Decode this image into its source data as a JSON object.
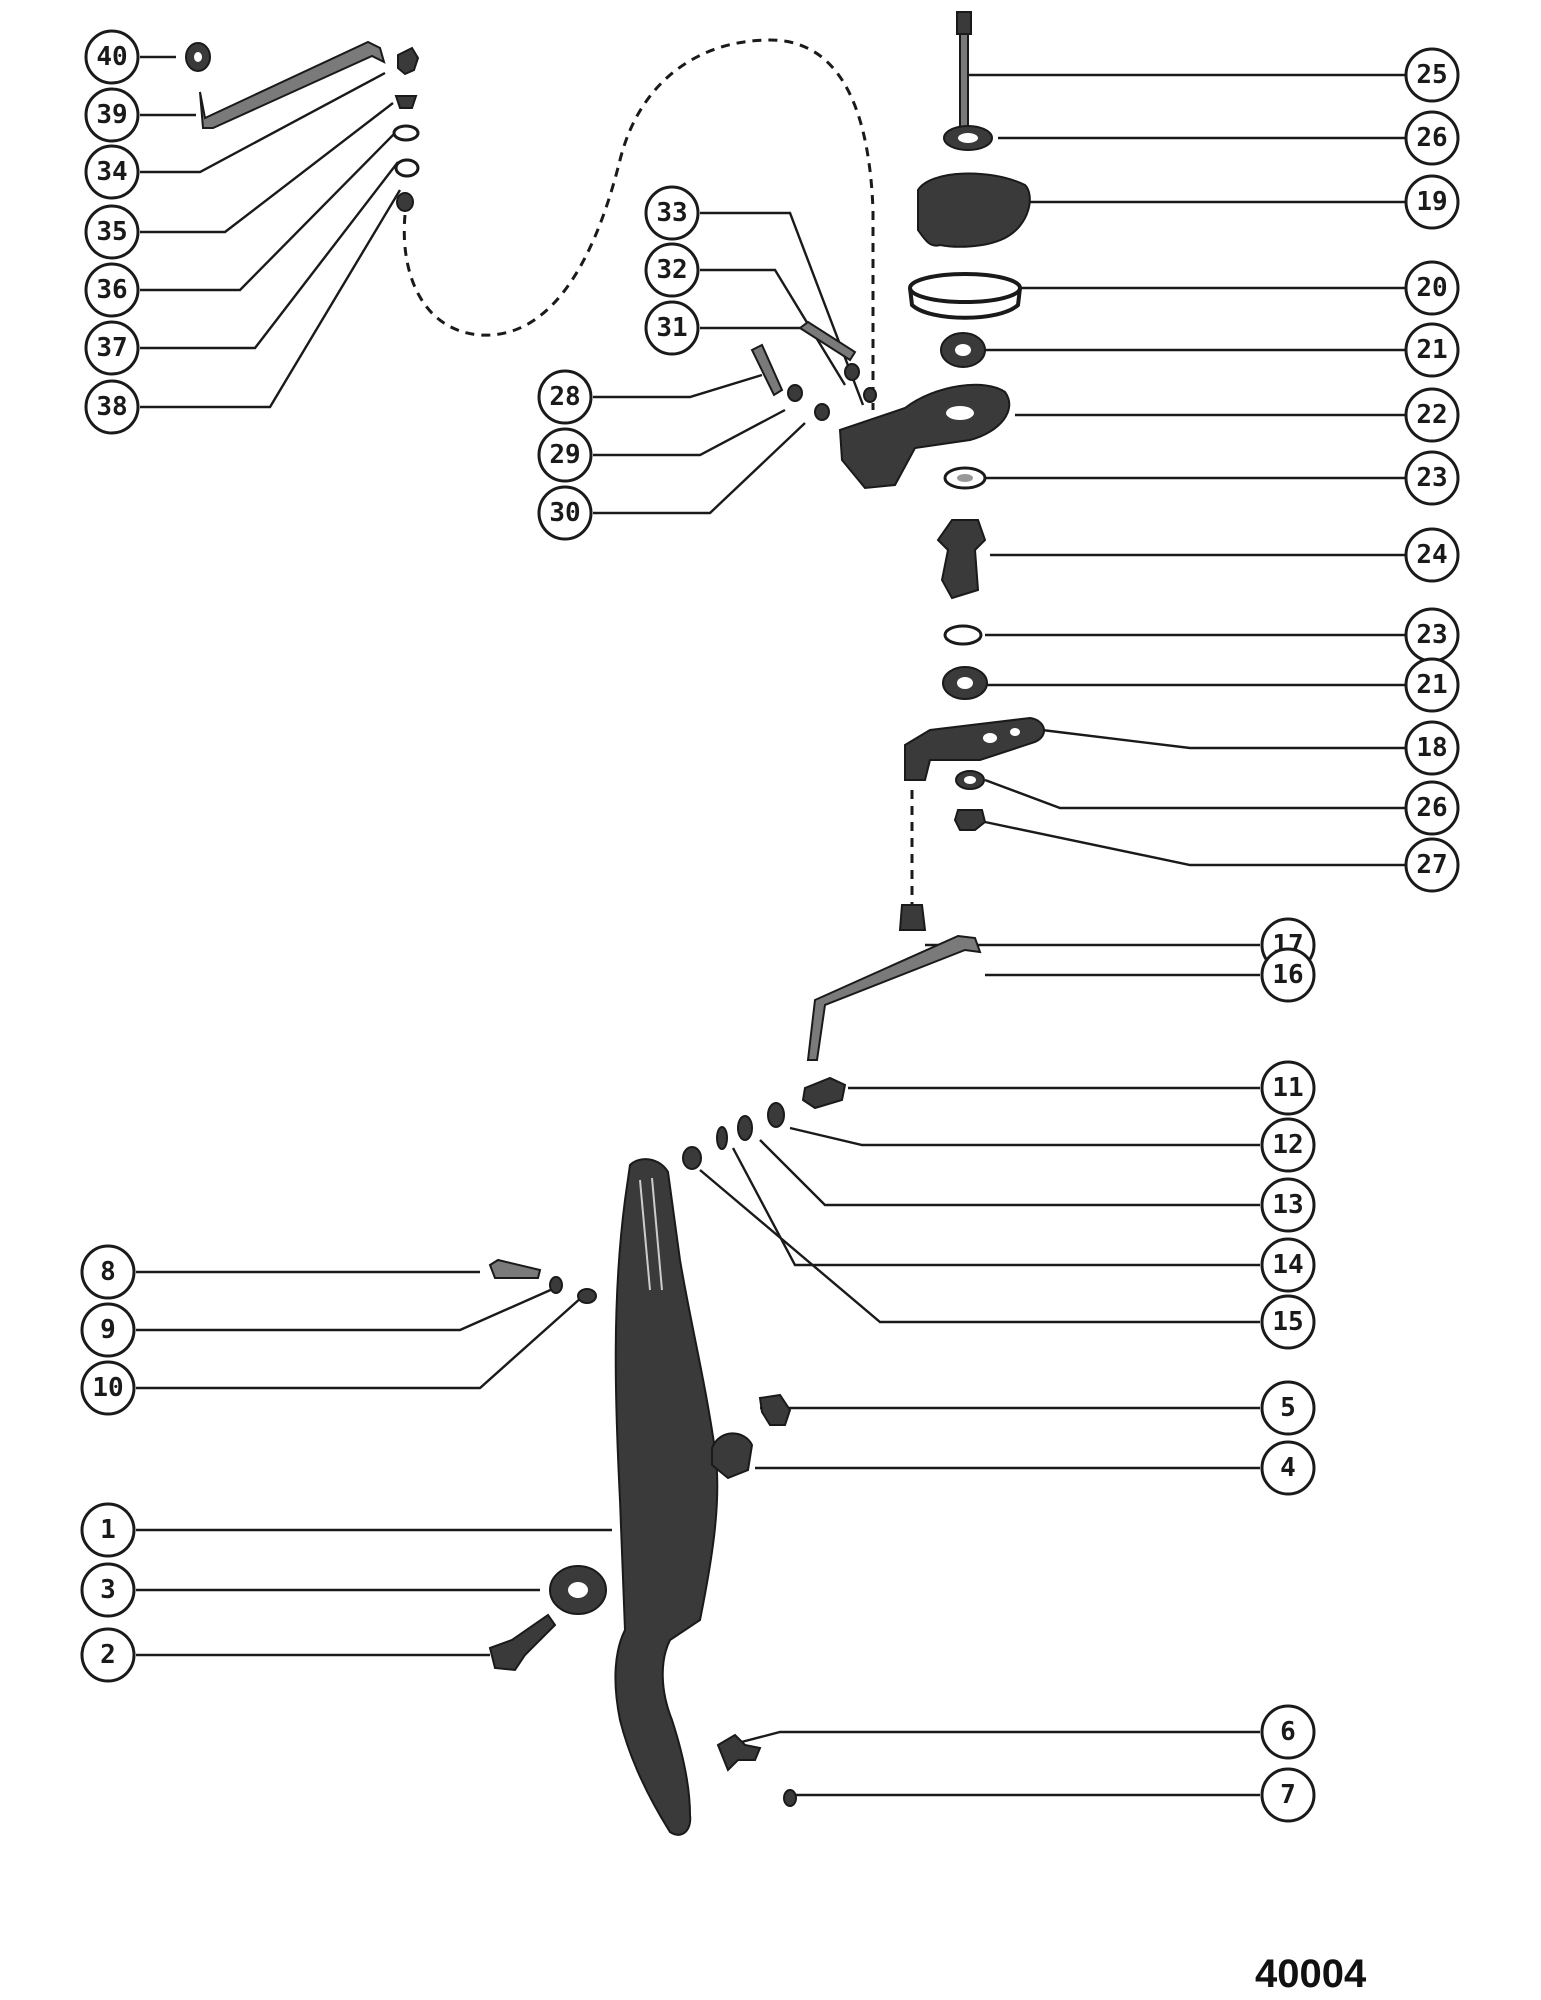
{
  "reference_number": "40004",
  "callouts": {
    "c40": "40",
    "c39": "39",
    "c34": "34",
    "c35": "35",
    "c36": "36",
    "c37": "37",
    "c38": "38",
    "c33": "33",
    "c32": "32",
    "c31": "31",
    "c28": "28",
    "c29": "29",
    "c30": "30",
    "c25": "25",
    "c26a": "26",
    "c19": "19",
    "c20": "20",
    "c21a": "21",
    "c22": "22",
    "c23a": "23",
    "c24": "24",
    "c23b": "23",
    "c21b": "21",
    "c18": "18",
    "c26b": "26",
    "c27": "27",
    "c17": "17",
    "c16": "16",
    "c11": "11",
    "c12": "12",
    "c13": "13",
    "c14": "14",
    "c15": "15",
    "c8": "8",
    "c9": "9",
    "c10": "10",
    "c5": "5",
    "c4": "4",
    "c1": "1",
    "c3": "3",
    "c2": "2",
    "c6": "6",
    "c7": "7"
  }
}
